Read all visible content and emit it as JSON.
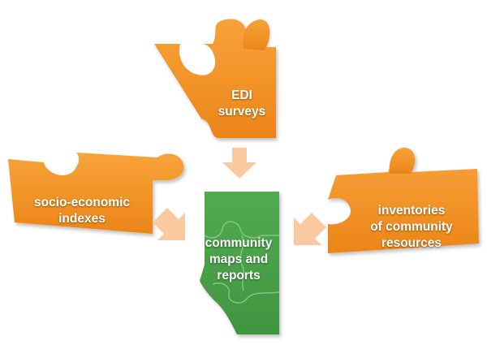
{
  "pieces": {
    "edi": {
      "line1": "EDI",
      "line2": "surveys"
    },
    "socio": {
      "line1": "socio-economic",
      "line2": "indexes"
    },
    "inventories": {
      "line1": "inventories",
      "line2": "of community",
      "line3": "resources"
    },
    "center": {
      "line1": "community",
      "line2": "maps and",
      "line3": "reports"
    }
  },
  "colors": {
    "orange": "#f39322",
    "orange_dark": "#d97a12",
    "green": "#4aa14a",
    "green_dark": "#3b8a3b",
    "arrow": "#fbc9a0"
  }
}
